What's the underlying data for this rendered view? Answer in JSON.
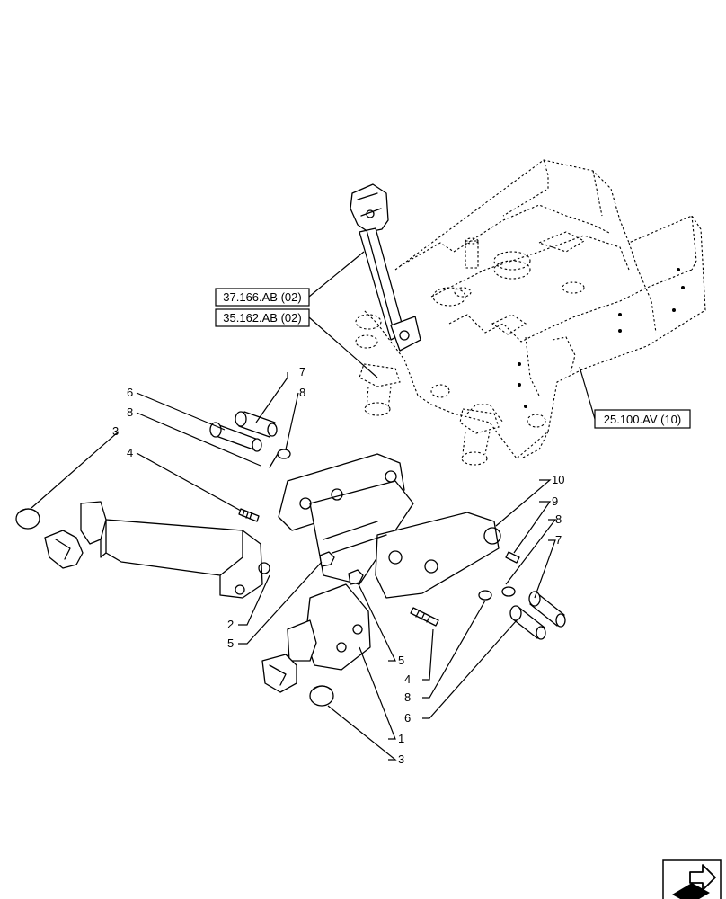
{
  "references": {
    "ref_a": "37.166.AB (02)",
    "ref_b": "35.162.AB (02)",
    "ref_c": "25.100.AV (10)"
  },
  "callouts": {
    "left_6": "6",
    "left_8": "8",
    "left_3": "3",
    "left_4": "4",
    "top_7": "7",
    "top_8": "8",
    "right_10": "10",
    "right_9": "9",
    "right_8": "8",
    "right_7": "7",
    "bot_2": "2",
    "bot_5a": "5",
    "bot_5b": "5",
    "bot_4": "4",
    "bot_8": "8",
    "bot_6": "6",
    "bot_1": "1",
    "bot_3": "3"
  },
  "icons": {
    "corner": "next-page-arrow-icon"
  }
}
